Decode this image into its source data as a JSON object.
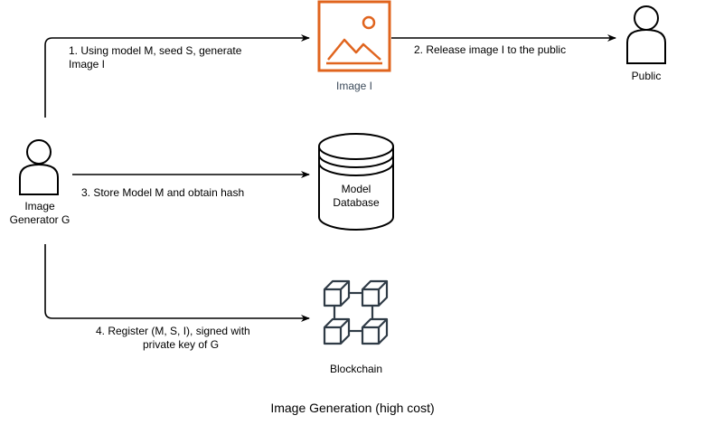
{
  "nodes": {
    "generator": {
      "label_line1": "Image",
      "label_line2": "Generator G"
    },
    "image": {
      "label": "Image I",
      "accent": "#e0641e",
      "label_color": "#3b4a5a"
    },
    "public": {
      "label": "Public"
    },
    "database": {
      "label_line1": "Model",
      "label_line2": "Database"
    },
    "blockchain": {
      "label": "Blockchain",
      "color": "#2f3b46"
    }
  },
  "edges": {
    "step1": {
      "line1": "1. Using model M, seed S, generate",
      "line2": "Image I"
    },
    "step2": {
      "label": "2. Release image I to the public"
    },
    "step3": {
      "label": "3. Store Model M and obtain hash"
    },
    "step4": {
      "line1": "4. Register (M, S, I), signed with",
      "line2": "private key of G"
    }
  },
  "caption": "Image Generation (high cost)"
}
